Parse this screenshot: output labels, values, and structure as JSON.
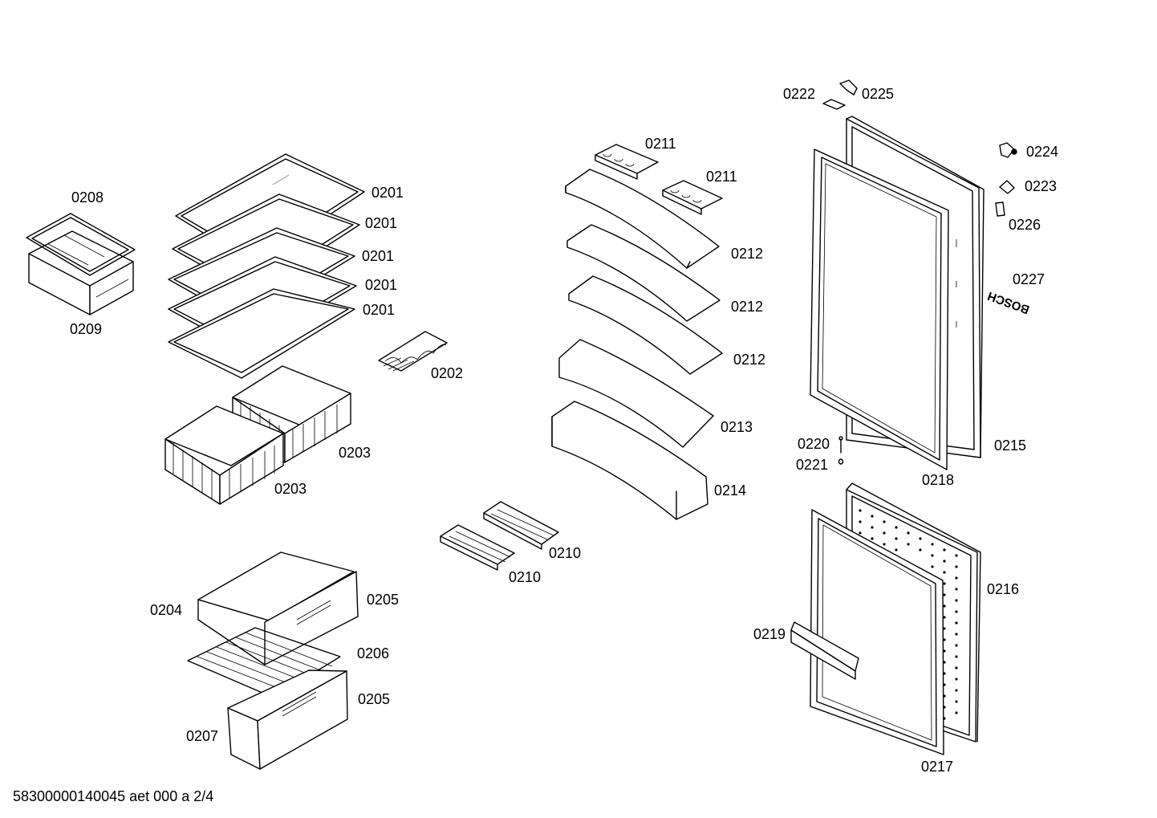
{
  "labels": {
    "l0201a": "0201",
    "l0201b": "0201",
    "l0201c": "0201",
    "l0201d": "0201",
    "l0201e": "0201",
    "l0202": "0202",
    "l0203a": "0203",
    "l0203b": "0203",
    "l0204": "0204",
    "l0205a": "0205",
    "l0205b": "0205",
    "l0206": "0206",
    "l0207": "0207",
    "l0208": "0208",
    "l0209": "0209",
    "l0210a": "0210",
    "l0210b": "0210",
    "l0211a": "0211",
    "l0211b": "0211",
    "l0212a": "0212",
    "l0212b": "0212",
    "l0212c": "0212",
    "l0213": "0213",
    "l0214": "0214",
    "l0215": "0215",
    "l0216": "0216",
    "l0217": "0217",
    "l0218": "0218",
    "l0219": "0219",
    "l0220": "0220",
    "l0221": "0221",
    "l0222": "0222",
    "l0223": "0223",
    "l0224": "0224",
    "l0225": "0225",
    "l0226": "0226",
    "l0227": "0227"
  },
  "brand_mark": "BOSCH",
  "footer": "58300000140045 aet 000 a 2/4"
}
